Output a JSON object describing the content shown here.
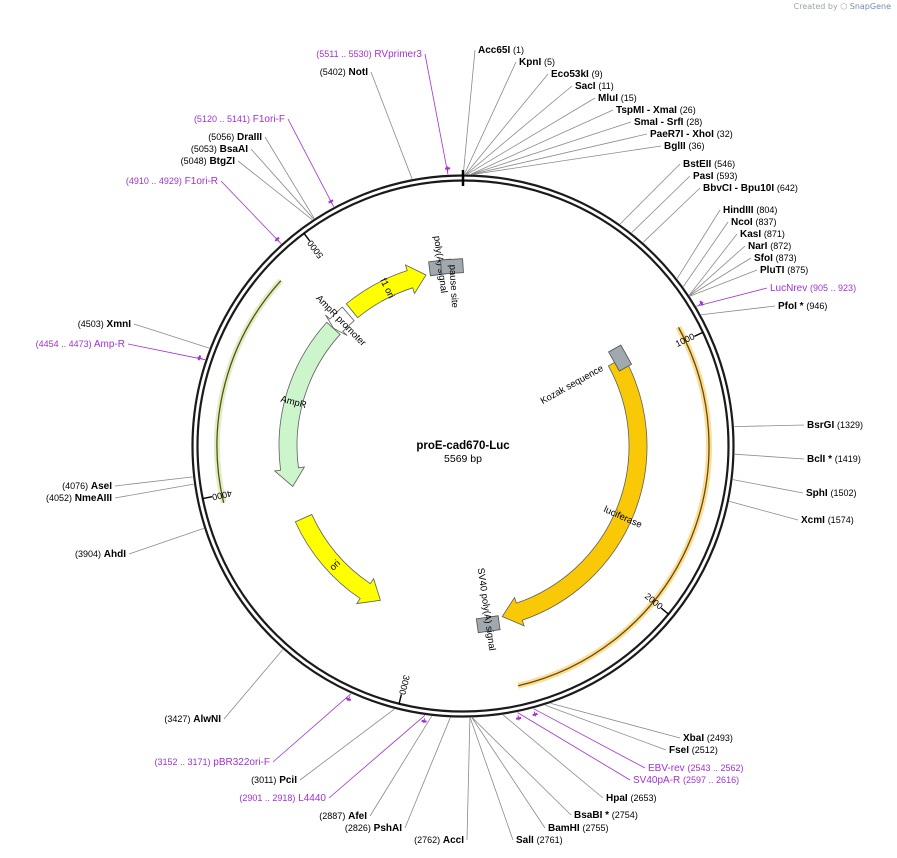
{
  "credit": {
    "created_by": "Created by",
    "brand": "SnapGene",
    "logo_icon": "snapgene-logo-icon"
  },
  "plasmid": {
    "name": "proE-cad670-Luc",
    "size_label": "5569 bp",
    "length": 5569
  },
  "ticks": [
    {
      "bp": 1000,
      "label": "1000"
    },
    {
      "bp": 2000,
      "label": "2000"
    },
    {
      "bp": 3000,
      "label": "3000"
    },
    {
      "bp": 4000,
      "label": "4000"
    },
    {
      "bp": 5000,
      "label": "5000"
    }
  ],
  "features": [
    {
      "name": "luciferase",
      "start": 946,
      "end": 2584,
      "strand": 1,
      "color": "#f9c908",
      "label": "luciferase"
    },
    {
      "name": "sv40-polya",
      "start": 2600,
      "end": 2720,
      "strand": 0,
      "color": "#a2a9ae",
      "label": "SV40 poly(A) signal"
    },
    {
      "name": "ori",
      "start": 3220,
      "end": 3800,
      "strand": -1,
      "color": "#ffff00",
      "label": "ori"
    },
    {
      "name": "ampr",
      "start": 3970,
      "end": 4830,
      "strand": -1,
      "color": "#ccf5cc",
      "label": "AmpR"
    },
    {
      "name": "ampr-promoter",
      "start": 4831,
      "end": 4935,
      "strand": -1,
      "color": "#ffffff",
      "label": "AmpR promoter"
    },
    {
      "name": "f1-ori",
      "start": 4960,
      "end": 5380,
      "strand": 1,
      "color": "#ffff00",
      "label": "f1 ori"
    },
    {
      "name": "polya-signal",
      "start": 5440,
      "end": 5475,
      "strand": 0,
      "color": "#a2a9ae",
      "label": "poly(A) signal"
    },
    {
      "name": "pause-site",
      "start": 5490,
      "end": 5540,
      "strand": 0,
      "color": "#a2a9ae",
      "label": "pause site"
    },
    {
      "name": "kozak",
      "start": 935,
      "end": 945,
      "strand": 0,
      "color": "#a2a9ae",
      "label": "Kozak sequence"
    }
  ],
  "ring_arrows": [
    {
      "name": "luciferase-orf",
      "start": 946,
      "end": 2584,
      "strand": 1,
      "color": "#f5c342"
    },
    {
      "name": "ampr-orf",
      "start": 3970,
      "end": 4830,
      "strand": -1,
      "color": "#b9e6a0"
    }
  ],
  "primers": [
    {
      "name": "RVprimer3",
      "range": "(5511 .. 5530)",
      "bp": 5520
    },
    {
      "name": "F1ori-F",
      "range": "(5120 .. 5141)",
      "bp": 5130
    },
    {
      "name": "F1ori-R",
      "range": "(4910 .. 4929)",
      "bp": 4920
    },
    {
      "name": "Amp-R",
      "range": "(4454 .. 4473)",
      "bp": 4463
    },
    {
      "name": "LucNrev",
      "range": "(905 .. 923)",
      "bp": 914
    },
    {
      "name": "EBV-rev",
      "range": "(2543 .. 2562)",
      "bp": 2552
    },
    {
      "name": "SV40pA-R",
      "range": "(2597 .. 2616)",
      "bp": 2606
    },
    {
      "name": "pBR322ori-F",
      "range": "(3152 .. 3171)",
      "bp": 3161
    },
    {
      "name": "L4440",
      "range": "(2901 .. 2918)",
      "bp": 2909
    }
  ],
  "labels": [
    {
      "id": "acc65i",
      "enzyme": "Acc65I",
      "pos": "(1)",
      "bp": 1,
      "kind": "enzyme",
      "order": "name-first"
    },
    {
      "id": "kpni",
      "enzyme": "KpnI",
      "pos": "(5)",
      "bp": 5,
      "kind": "enzyme",
      "order": "name-first"
    },
    {
      "id": "eco53ki",
      "enzyme": "Eco53kI",
      "pos": "(9)",
      "bp": 9,
      "kind": "enzyme",
      "order": "name-first"
    },
    {
      "id": "saci",
      "enzyme": "SacI",
      "pos": "(11)",
      "bp": 11,
      "kind": "enzyme",
      "order": "name-first"
    },
    {
      "id": "mlui",
      "enzyme": "MluI",
      "pos": "(15)",
      "bp": 15,
      "kind": "enzyme",
      "order": "name-first"
    },
    {
      "id": "tspmi",
      "enzyme": "TspMI  - XmaI",
      "pos": "(26)",
      "bp": 26,
      "kind": "enzyme",
      "order": "name-first"
    },
    {
      "id": "smai",
      "enzyme": "SmaI   - SrfI",
      "pos": "(28)",
      "bp": 28,
      "kind": "enzyme",
      "order": "name-first"
    },
    {
      "id": "paer7i",
      "enzyme": "PaeR7I  - XhoI",
      "pos": "(32)",
      "bp": 32,
      "kind": "enzyme",
      "order": "name-first"
    },
    {
      "id": "bglii",
      "enzyme": "BglII",
      "pos": "(36)",
      "bp": 36,
      "kind": "enzyme",
      "order": "name-first"
    },
    {
      "id": "bsteii",
      "enzyme": "BstEII",
      "pos": "(546)",
      "bp": 546,
      "kind": "enzyme",
      "order": "name-first"
    },
    {
      "id": "pasi",
      "enzyme": "PasI",
      "pos": "(593)",
      "bp": 593,
      "kind": "enzyme",
      "order": "name-first"
    },
    {
      "id": "bbvci",
      "enzyme": "BbvCI   - Bpu10I",
      "pos": "(642)",
      "bp": 642,
      "kind": "enzyme",
      "order": "name-first"
    },
    {
      "id": "hindiii",
      "enzyme": "HindIII",
      "pos": "(804)",
      "bp": 804,
      "kind": "enzyme",
      "order": "name-first"
    },
    {
      "id": "ncoi",
      "enzyme": "NcoI",
      "pos": "(837)",
      "bp": 837,
      "kind": "enzyme",
      "order": "name-first"
    },
    {
      "id": "kasi",
      "enzyme": "KasI",
      "pos": "(871)",
      "bp": 871,
      "kind": "enzyme",
      "order": "name-first"
    },
    {
      "id": "nari",
      "enzyme": "NarI",
      "pos": "(872)",
      "bp": 872,
      "kind": "enzyme",
      "order": "name-first"
    },
    {
      "id": "sfoi",
      "enzyme": "SfoI",
      "pos": "(873)",
      "bp": 873,
      "kind": "enzyme",
      "order": "name-first"
    },
    {
      "id": "pluti",
      "enzyme": "PluTI",
      "pos": "(875)",
      "bp": 875,
      "kind": "enzyme",
      "order": "name-first"
    },
    {
      "id": "lucnrev",
      "enzyme": "LucNrev",
      "pos": "(905 .. 923)",
      "bp": 914,
      "kind": "primer",
      "order": "name-first"
    },
    {
      "id": "pfoi",
      "enzyme": "PfoI *",
      "pos": "(946)",
      "bp": 946,
      "kind": "enzyme",
      "order": "name-first"
    },
    {
      "id": "bsrgi",
      "enzyme": "BsrGI",
      "pos": "(1329)",
      "bp": 1329,
      "kind": "enzyme",
      "order": "name-first"
    },
    {
      "id": "bcli",
      "enzyme": "BclI *",
      "pos": "(1419)",
      "bp": 1419,
      "kind": "enzyme",
      "order": "name-first"
    },
    {
      "id": "sphi",
      "enzyme": "SphI",
      "pos": "(1502)",
      "bp": 1502,
      "kind": "enzyme",
      "order": "name-first"
    },
    {
      "id": "xcmi",
      "enzyme": "XcmI",
      "pos": "(1574)",
      "bp": 1574,
      "kind": "enzyme",
      "order": "name-first"
    },
    {
      "id": "xbai",
      "enzyme": "XbaI",
      "pos": "(2493)",
      "bp": 2493,
      "kind": "enzyme",
      "order": "name-first"
    },
    {
      "id": "fsei",
      "enzyme": "FseI",
      "pos": "(2512)",
      "bp": 2512,
      "kind": "enzyme",
      "order": "name-first"
    },
    {
      "id": "ebvrev",
      "enzyme": "EBV-rev",
      "pos": "(2543 .. 2562)",
      "bp": 2552,
      "kind": "primer",
      "order": "name-first"
    },
    {
      "id": "sv40par",
      "enzyme": "SV40pA-R",
      "pos": "(2597 .. 2616)",
      "bp": 2606,
      "kind": "primer",
      "order": "name-first"
    },
    {
      "id": "hpai",
      "enzyme": "HpaI",
      "pos": "(2653)",
      "bp": 2653,
      "kind": "enzyme",
      "order": "name-first"
    },
    {
      "id": "bsabi",
      "enzyme": "BsaBI *",
      "pos": "(2754)",
      "bp": 2754,
      "kind": "enzyme",
      "order": "name-first"
    },
    {
      "id": "bamhi",
      "enzyme": "BamHI",
      "pos": "(2755)",
      "bp": 2755,
      "kind": "enzyme",
      "order": "name-first"
    },
    {
      "id": "sali",
      "enzyme": "SalI",
      "pos": "(2761)",
      "bp": 2761,
      "kind": "enzyme",
      "order": "name-first"
    },
    {
      "id": "acci",
      "enzyme": "AccI",
      "pos": "(2762)",
      "bp": 2762,
      "kind": "enzyme",
      "order": "pos-first"
    },
    {
      "id": "pshai",
      "enzyme": "PshAI",
      "pos": "(2826)",
      "bp": 2826,
      "kind": "enzyme",
      "order": "pos-first"
    },
    {
      "id": "afei",
      "enzyme": "AfeI",
      "pos": "(2887)",
      "bp": 2887,
      "kind": "enzyme",
      "order": "pos-first"
    },
    {
      "id": "l4440",
      "enzyme": "L4440",
      "pos": "(2901 .. 2918)",
      "bp": 2909,
      "kind": "primer",
      "order": "pos-first"
    },
    {
      "id": "pcii",
      "enzyme": "PciI",
      "pos": "(3011)",
      "bp": 3011,
      "kind": "enzyme",
      "order": "pos-first"
    },
    {
      "id": "pbr322orif",
      "enzyme": "pBR322ori-F",
      "pos": "(3152 .. 3171)",
      "bp": 3161,
      "kind": "primer",
      "order": "pos-first"
    },
    {
      "id": "alwni",
      "enzyme": "AlwNI",
      "pos": "(3427)",
      "bp": 3427,
      "kind": "enzyme",
      "order": "pos-first"
    },
    {
      "id": "ahdi",
      "enzyme": "AhdI",
      "pos": "(3904)",
      "bp": 3904,
      "kind": "enzyme",
      "order": "pos-first"
    },
    {
      "id": "nmeaiii",
      "enzyme": "NmeAIII",
      "pos": "(4052)",
      "bp": 4052,
      "kind": "enzyme",
      "order": "pos-first"
    },
    {
      "id": "asei",
      "enzyme": "AseI",
      "pos": "(4076)",
      "bp": 4076,
      "kind": "enzyme",
      "order": "pos-first"
    },
    {
      "id": "ampr",
      "enzyme": "Amp-R",
      "pos": "(4454 .. 4473)",
      "bp": 4463,
      "kind": "primer",
      "order": "pos-first"
    },
    {
      "id": "xmni",
      "enzyme": "XmnI",
      "pos": "(4503)",
      "bp": 4503,
      "kind": "enzyme",
      "order": "pos-first"
    },
    {
      "id": "f1orir",
      "enzyme": "F1ori-R",
      "pos": "(4910 .. 4929)",
      "bp": 4920,
      "kind": "primer",
      "order": "pos-first"
    },
    {
      "id": "btgzi",
      "enzyme": "BtgZI",
      "pos": "(5048)",
      "bp": 5048,
      "kind": "enzyme",
      "order": "pos-first"
    },
    {
      "id": "bsaai",
      "enzyme": "BsaAI",
      "pos": "(5053)",
      "bp": 5053,
      "kind": "enzyme",
      "order": "pos-first"
    },
    {
      "id": "draiii",
      "enzyme": "DraIII",
      "pos": "(5056)",
      "bp": 5056,
      "kind": "enzyme",
      "order": "pos-first"
    },
    {
      "id": "f1orif",
      "enzyme": "F1ori-F",
      "pos": "(5120 .. 5141)",
      "bp": 5130,
      "kind": "primer",
      "order": "pos-first"
    },
    {
      "id": "noti",
      "enzyme": "NotI",
      "pos": "(5402)",
      "bp": 5402,
      "kind": "enzyme",
      "order": "pos-first"
    },
    {
      "id": "rvprimer3",
      "enzyme": "RVprimer3",
      "pos": "(5511 .. 5530)",
      "bp": 5520,
      "kind": "primer",
      "order": "pos-first"
    }
  ],
  "colors": {
    "primer": "#a230d4",
    "enzyme": "#000000",
    "pos": "#000000",
    "line": "#8c8c8c",
    "ring": "#1a1a1a"
  }
}
